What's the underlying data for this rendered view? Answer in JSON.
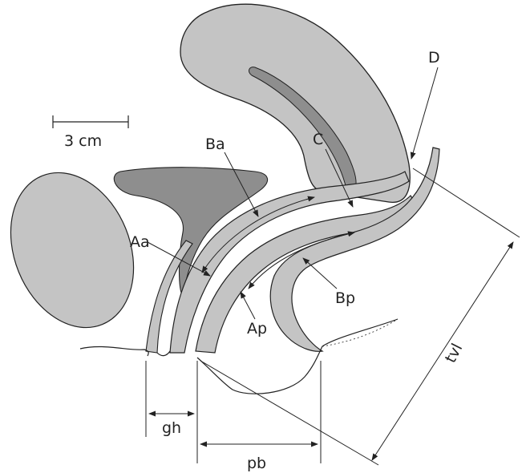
{
  "diagram": {
    "labels": {
      "scale": "3 cm",
      "ba": "Ba",
      "c": "C",
      "d": "D",
      "aa": "Aa",
      "bp": "Bp",
      "ap": "Ap",
      "gh": "gh",
      "pb": "pb",
      "tvl": "tvl"
    },
    "colors": {
      "organ_fill": "#c4c4c4",
      "dark_fill": "#8e8e8e",
      "outline": "#222222",
      "background": "#ffffff"
    }
  }
}
